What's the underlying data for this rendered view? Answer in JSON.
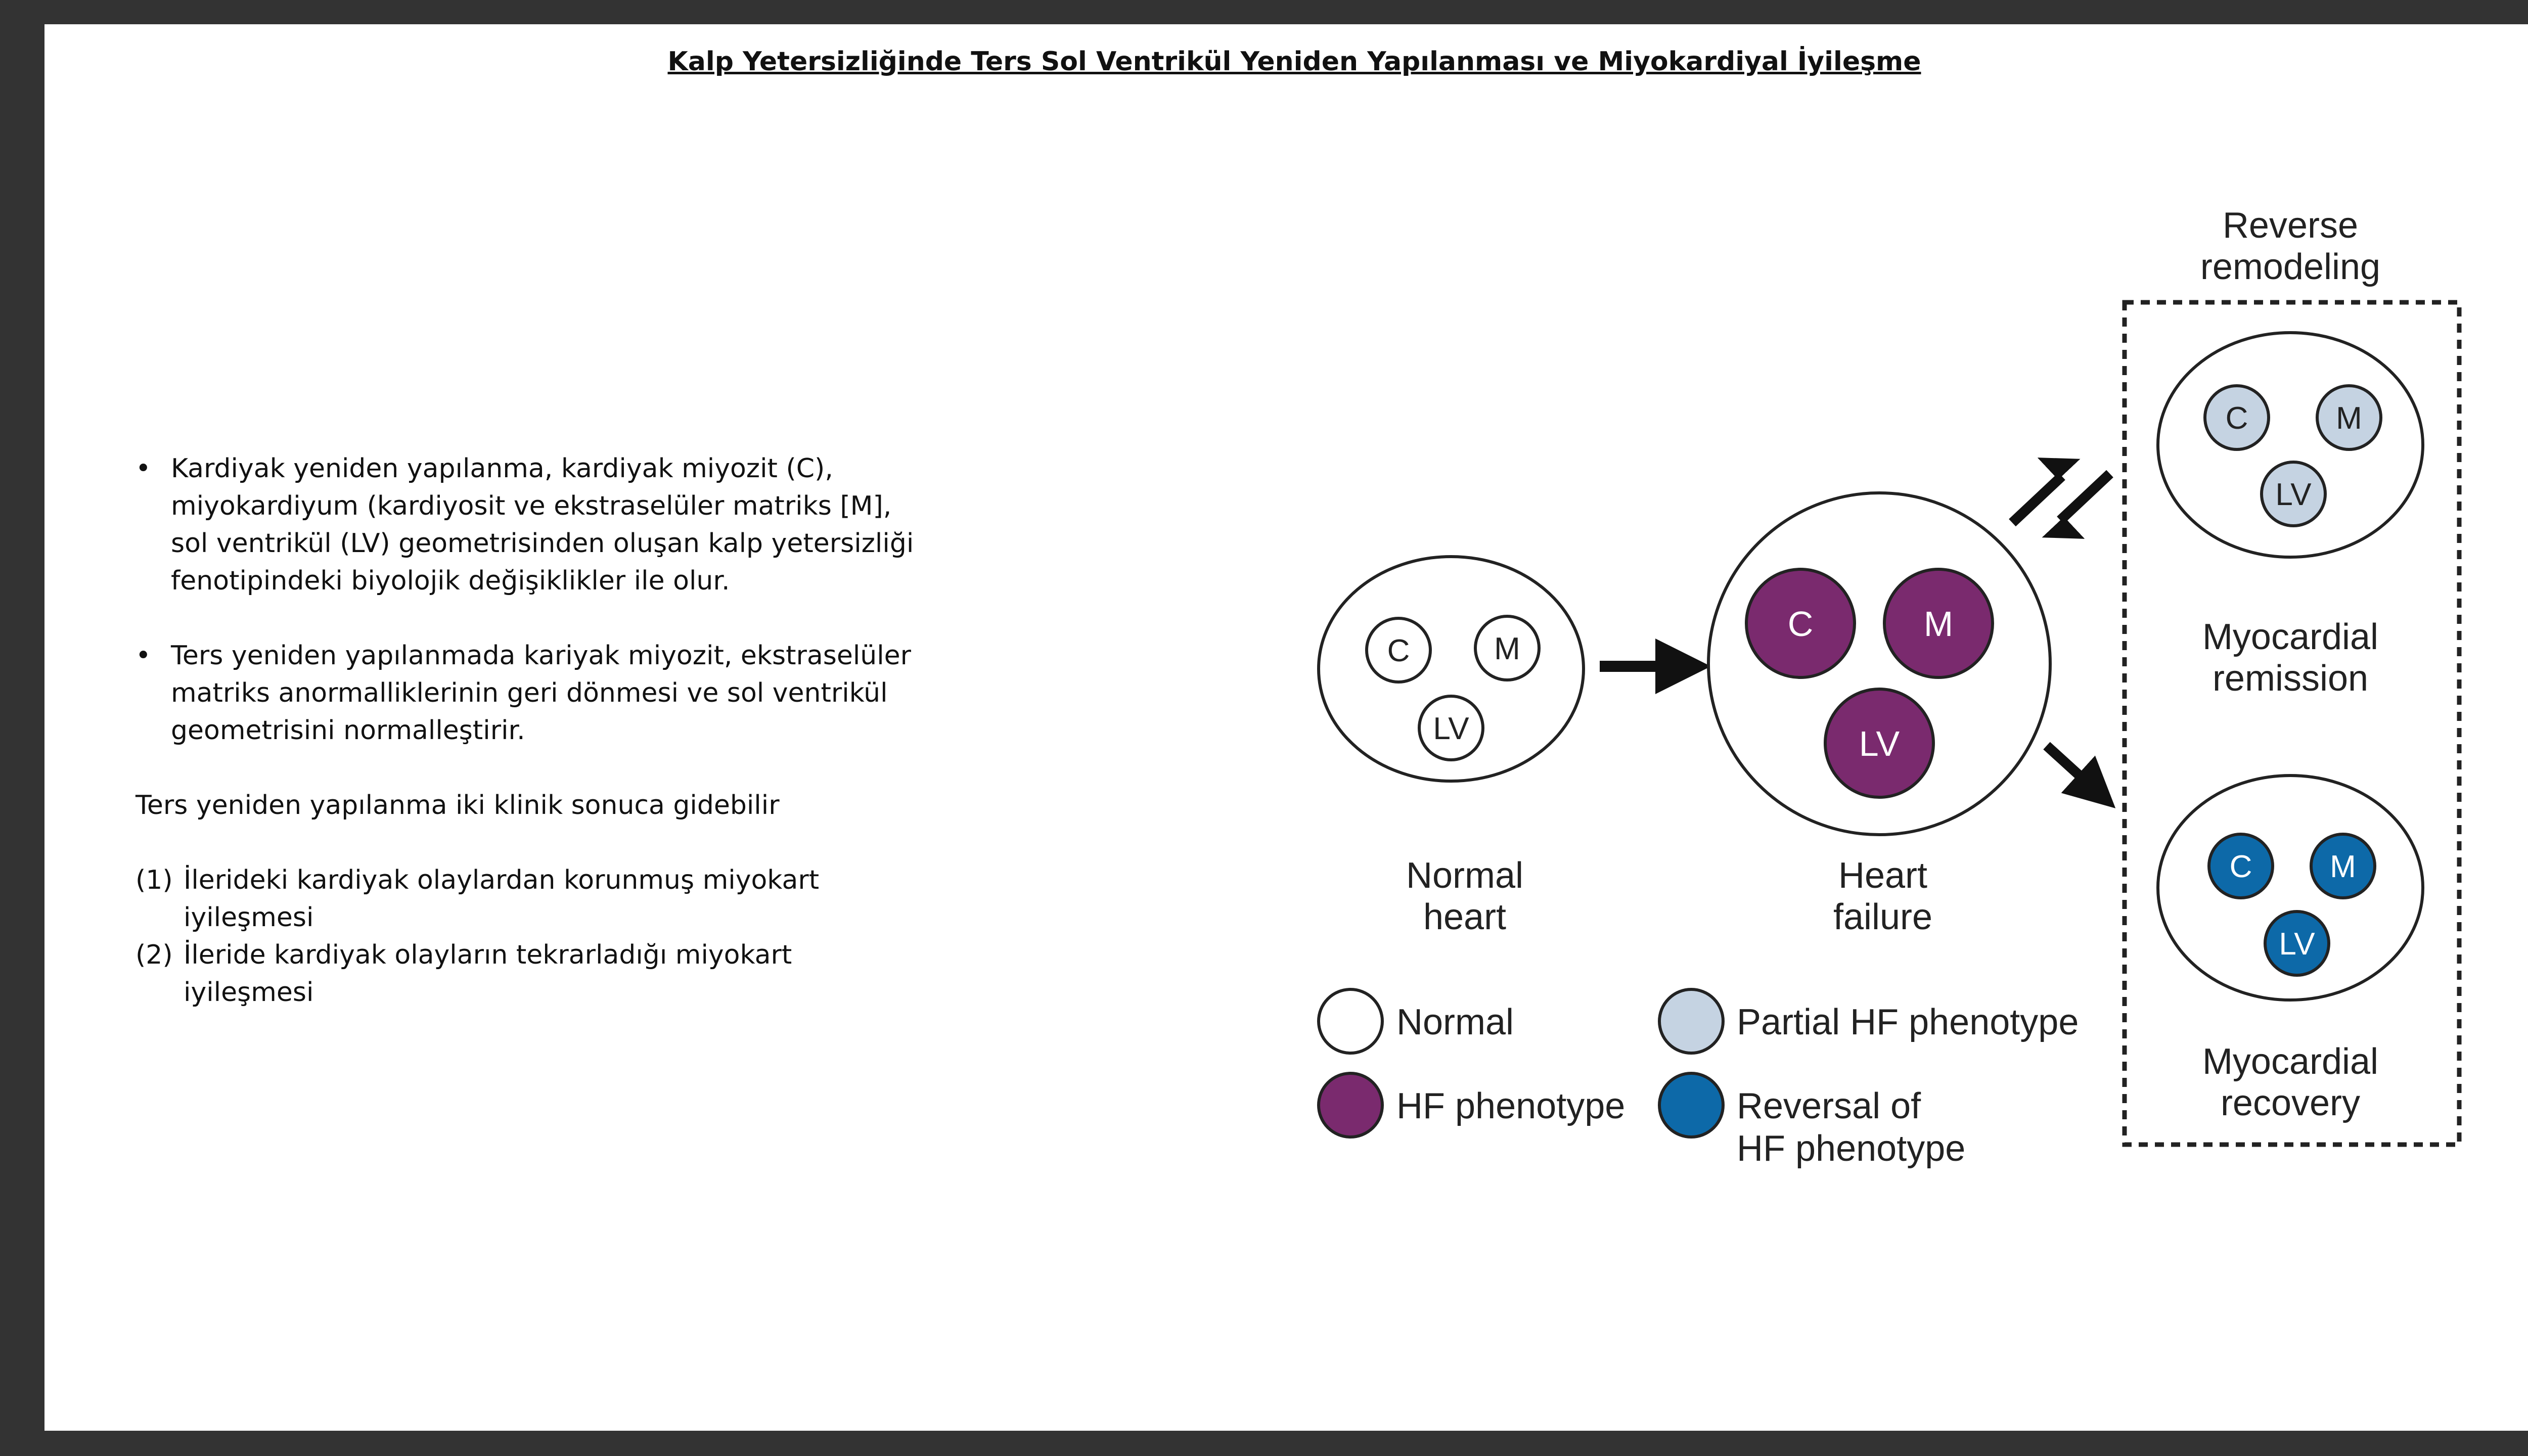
{
  "slide": {
    "title": "Kalp Yetersizliğinde Ters Sol Ventrikül Yeniden Yapılanması ve Miyokardiyal İyileşme",
    "bullets": [
      "Kardiyak yeniden yapılanma, kardiyak miyozit (C), miyokardiyum (kardiyosit ve ekstraselüler matriks [M], sol ventrikül (LV) geometrisinden oluşan kalp yetersizliği fenotipindeki biyolojik değişiklikler ile olur.",
      "Ters yeniden yapılanmada kariyak miyozit, ekstraselüler matriks anormalliklerinin geri dönmesi ve sol ventrikül geometrisini normalleştirir."
    ],
    "outcome_intro": "Ters yeniden yapılanma iki klinik sonuca gidebilir",
    "outcomes": [
      {
        "num": "(1)",
        "text": "İlerideki kardiyak olaylardan korunmuş miyokart iyileşmesi"
      },
      {
        "num": "(2)",
        "text": "İleride kardiyak olayların tekrarladığı miyokart iyileşmesi"
      }
    ]
  },
  "diagram": {
    "circle_labels": {
      "c": "C",
      "m": "M",
      "lv": "LV"
    },
    "normal_heart": {
      "label_1": "Normal",
      "label_2": "heart"
    },
    "heart_failure": {
      "label_1": "Heart",
      "label_2": "failure"
    },
    "reverse_remodeling": {
      "label_1": "Reverse",
      "label_2": "remodeling"
    },
    "myocardial_remission": {
      "label_1": "Myocardial",
      "label_2": "remission"
    },
    "myocardial_recovery": {
      "label_1": "Myocardial",
      "label_2": "recovery"
    },
    "legend": {
      "normal": "Normal",
      "hf_phenotype": "HF phenotype",
      "partial": "Partial HF phenotype",
      "reversal_1": "Reversal of",
      "reversal_2": "HF phenotype"
    },
    "colors": {
      "normal": "#ffffff",
      "hf": "#7a2a6e",
      "partial": "#c5d3e2",
      "reversal": "#0d69a8"
    }
  }
}
